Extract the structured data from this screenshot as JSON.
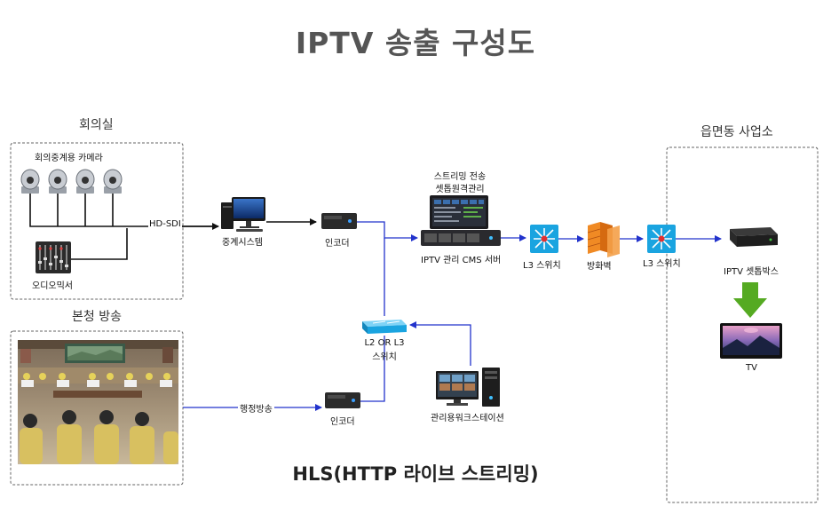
{
  "title": "IPTV 송출 구성도",
  "footer": "HLS(HTTP 라이브 스트리밍)",
  "sections": {
    "meeting_room": "회의실",
    "hq_broadcast": "본청 방송",
    "office": "읍면동 사업소"
  },
  "labels": {
    "cameras": "회의중계용 카메라",
    "audio_mixer": "오디오믹서",
    "hd_sdi": "HD-SDI",
    "relay_system": "중계시스템",
    "encoder_top": "인코더",
    "streaming_line1": "스트리밍 전송",
    "streaming_line2": "셋톱원격관리",
    "cms_server": "IPTV 관리 CMS 서버",
    "l3_switch_1": "L3 스위치",
    "firewall": "방화벽",
    "l3_switch_2": "L3 스위치",
    "settop": "IPTV 셋톱박스",
    "tv": "TV",
    "l2l3_line1": "L2 OR L3",
    "l2l3_line2": "스위치",
    "admin_broadcast": "행정방송",
    "encoder_bottom": "인코더",
    "workstation": "관리용워크스테이션"
  },
  "colors": {
    "title": "#555555",
    "link": "#2233cc",
    "arrow": "#55aa22",
    "firewall": "#f08a24",
    "switch": "#1aa4e0"
  }
}
